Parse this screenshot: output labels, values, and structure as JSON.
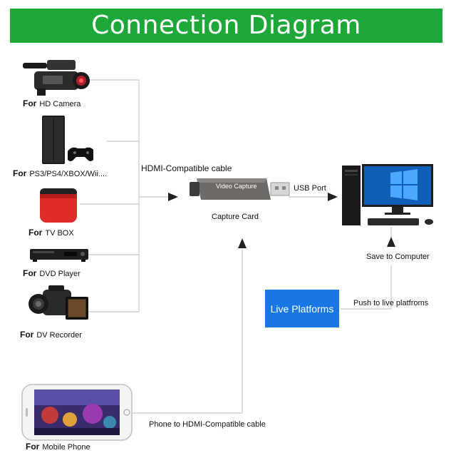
{
  "title": "Connection Diagram",
  "devices": [
    {
      "prefix": "For",
      "name": "HD Camera",
      "icon": "video-camera-icon"
    },
    {
      "prefix": "For",
      "name": "PS3/PS4/XBOX/Wii....",
      "icon": "game-console-icon"
    },
    {
      "prefix": "For",
      "name": "TV BOX",
      "icon": "tv-box-icon"
    },
    {
      "prefix": "For",
      "name": "DVD Player",
      "icon": "dvd-player-icon"
    },
    {
      "prefix": "For",
      "name": "DV Recorder",
      "icon": "camcorder-icon"
    },
    {
      "prefix": "For",
      "name": "Mobile Phone",
      "icon": "mobile-phone-icon"
    }
  ],
  "capture": {
    "cable_label": "HDMI-Compatible cable",
    "device_text": "Video Capture",
    "device_label": "Capture Card",
    "usb_label": "USB Port"
  },
  "computer": {
    "save_label": "Save to Computer"
  },
  "live": {
    "box_label": "Live Platforms",
    "push_label": "Push to live platfroms"
  },
  "phone": {
    "cable_label": "Phone to HDMI-Compatible cable"
  },
  "colors": {
    "header_green": "#1fa83a",
    "live_blue": "#1877e5",
    "line_gray": "#c8c8c8"
  }
}
